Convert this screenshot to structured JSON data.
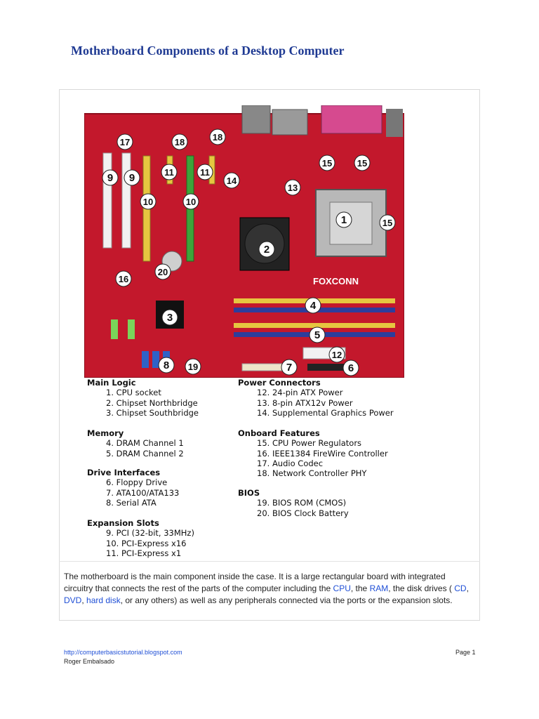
{
  "title": "Motherboard Components of a Desktop Computer",
  "board": {
    "brand": "FOXCONN",
    "markers": [
      "1",
      "2",
      "3",
      "4",
      "5",
      "6",
      "7",
      "8",
      "9",
      "9",
      "10",
      "10",
      "11",
      "11",
      "12",
      "13",
      "14",
      "15",
      "15",
      "15",
      "16",
      "17",
      "18",
      "18",
      "19",
      "20"
    ]
  },
  "legend": {
    "main_logic": {
      "title": "Main Logic",
      "items": [
        "1.   CPU socket",
        "2.   Chipset Northbridge",
        "3.   Chipset Southbridge"
      ]
    },
    "memory": {
      "title": "Memory",
      "items": [
        "4.   DRAM Channel 1",
        "5.   DRAM Channel 2"
      ]
    },
    "drive_interfaces": {
      "title": "Drive Interfaces",
      "items": [
        "6.   Floppy Drive",
        "7.   ATA100/ATA133",
        "8.   Serial ATA"
      ]
    },
    "expansion_slots": {
      "title": "Expansion Slots",
      "items": [
        "9.   PCI (32-bit, 33MHz)",
        "10.  PCI-Express x16",
        "11.  PCI-Express x1"
      ]
    },
    "power_connectors": {
      "title": "Power Connectors",
      "items": [
        "12.  24-pin ATX Power",
        "13.  8-pin ATX12v Power",
        "14.  Supplemental Graphics Power"
      ]
    },
    "onboard_features": {
      "title": "Onboard Features",
      "items": [
        "15.  CPU Power Regulators",
        "16.  IEEE1384 FireWire Controller",
        "17.  Audio Codec",
        "18.  Network Controller PHY"
      ]
    },
    "bios": {
      "title": "BIOS",
      "items": [
        "19.  BIOS ROM (CMOS)",
        "20.  BIOS Clock Battery"
      ]
    }
  },
  "description": {
    "part1": "The motherboard is the main component inside the case. It is a large rectangular board with integrated circuitry that connects the rest of the parts of the computer including the ",
    "cpu": "CPU",
    "part2": ", the ",
    "ram": "RAM",
    "part3": ", the disk drives ( ",
    "cd": "CD",
    "sep1": ", ",
    "dvd": "DVD",
    "sep2": ", ",
    "hdd": "hard disk",
    "part4": ", or any others) as well as any peripherals connected via the ports or the expansion slots."
  },
  "footer": {
    "url": "http://computerbasicstutorial.blogspot.com",
    "author": "Roger Embalsado",
    "page": "Page 1"
  },
  "colors": {
    "title": "#1f3a93",
    "link": "#1f4fd6",
    "board": "#c3182c"
  }
}
